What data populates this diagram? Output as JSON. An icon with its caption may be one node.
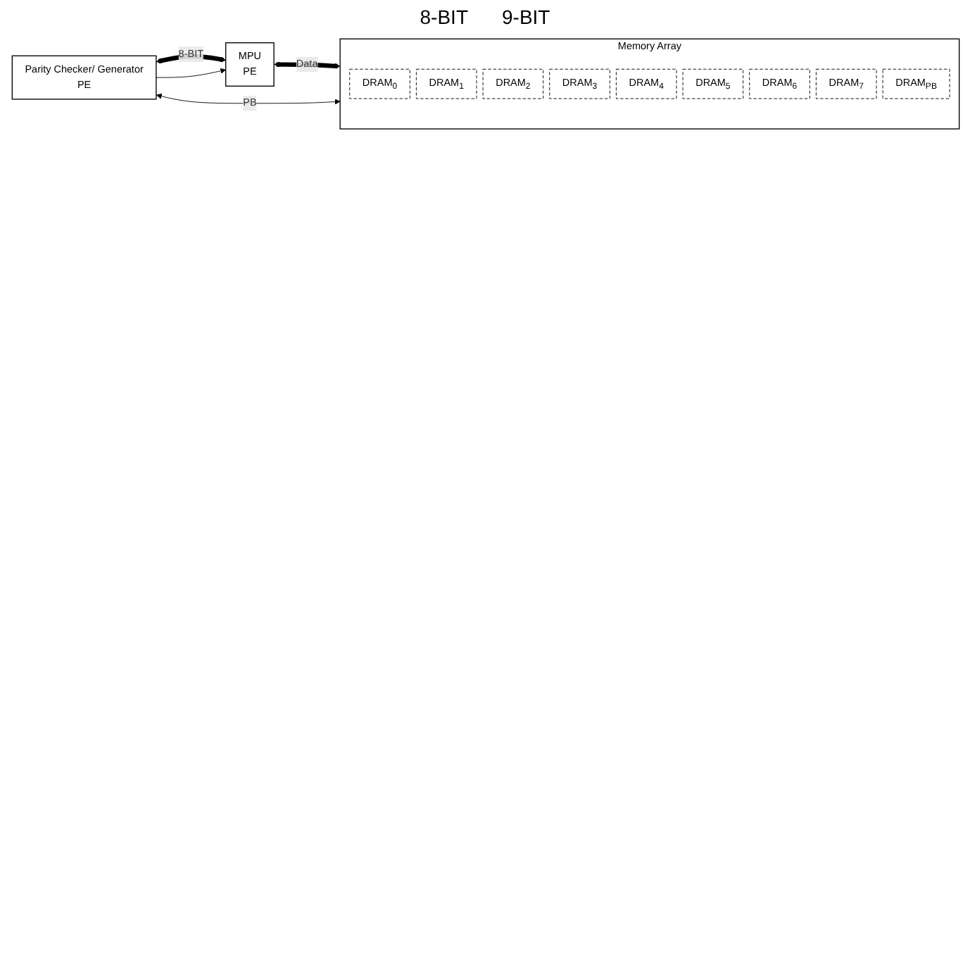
{
  "diagram": {
    "nodes": [
      {
        "text": [
          "Memory Array"
        ]
      },
      {
        "text": [
          "DRAM$_{0}$"
        ],
        "in": 0
      },
      {
        "text": [
          "DRAM$_{1}$"
        ],
        "in": 0
      },
      {
        "text": [
          "DRAM$_{2}$"
        ],
        "in": 0
      },
      {
        "text": [
          "DRAM$_{3}$"
        ],
        "in": 0
      },
      {
        "text": [
          "DRAM$_{4}$"
        ],
        "in": 0
      },
      {
        "text": [
          "DRAM$_{5}$"
        ],
        "in": 0
      },
      {
        "text": [
          "DRAM$_{6}$"
        ],
        "in": 0
      },
      {
        "text": [
          "DRAM$_{7}$"
        ],
        "in": 0
      },
      {
        "text": [
          "DRAM$_{PB}$"
        ],
        "in": 0
      },
      {
        "text": [
          "MPU",
          "PE"
        ]
      },
      {
        "text": [
          "Parity Checker/ Generator",
          "PE"
        ]
      }
    ],
    "edges": [
      {
        "from": 10,
        "to": 0,
        "arrow": "both",
        "label": "Data",
        "style": "thick"
      },
      {
        "from": 11,
        "to": 10,
        "arrow": "both",
        "label": "8-BIT",
        "style": "thick"
      },
      {
        "from": 11,
        "to": 0,
        "arrow": "both",
        "label": "PB"
      },
      {
        "from": 11,
        "to": 10,
        "arrow": "to"
      }
    ],
    "labels": [
      "8-BIT",
      "9-BIT"
    ]
  }
}
